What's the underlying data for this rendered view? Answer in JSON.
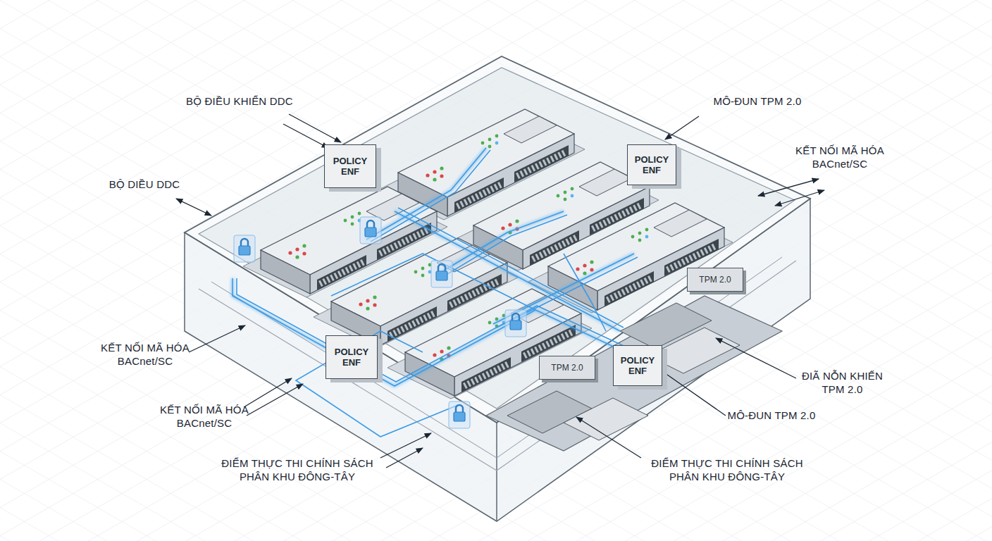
{
  "diagram": {
    "nodes": [
      {
        "text": [
          "POLICY ENF"
        ]
      },
      {
        "text": [
          "POLICY ENF"
        ]
      },
      {
        "text": [
          "TPM 2.0"
        ]
      },
      {
        "text": [
          "POLICY ENF"
        ]
      },
      {
        "text": [
          "POLICY ENF"
        ]
      },
      {
        "text": [
          "TPM 2.0"
        ]
      }
    ],
    "labels": [
      "BỘ ĐIỀU KHIỂN DDC",
      "MÔ-ĐUN TPM 2.0",
      "KẾT NỐI MÃ HÓA BACnet/SC",
      "BỘ DIỀU DDC",
      "KẾT NỐI MÃ HÓA BACnet/SC",
      "ĐIÃ NỖN KHIẾN TPM 2.0",
      "KẾT NỐI MÃ HÓA BACnet/SC",
      "MÔ-ĐUN TPM 2.0",
      "ĐIỂM THỰC THI CHÍNH SÁCH PHÂN KHU ĐÔNG-TÂY",
      "ĐIỂM THỰC THI CHÍNH SÁCH PHÂN KHU ĐÔNG-TÂY"
    ]
  }
}
